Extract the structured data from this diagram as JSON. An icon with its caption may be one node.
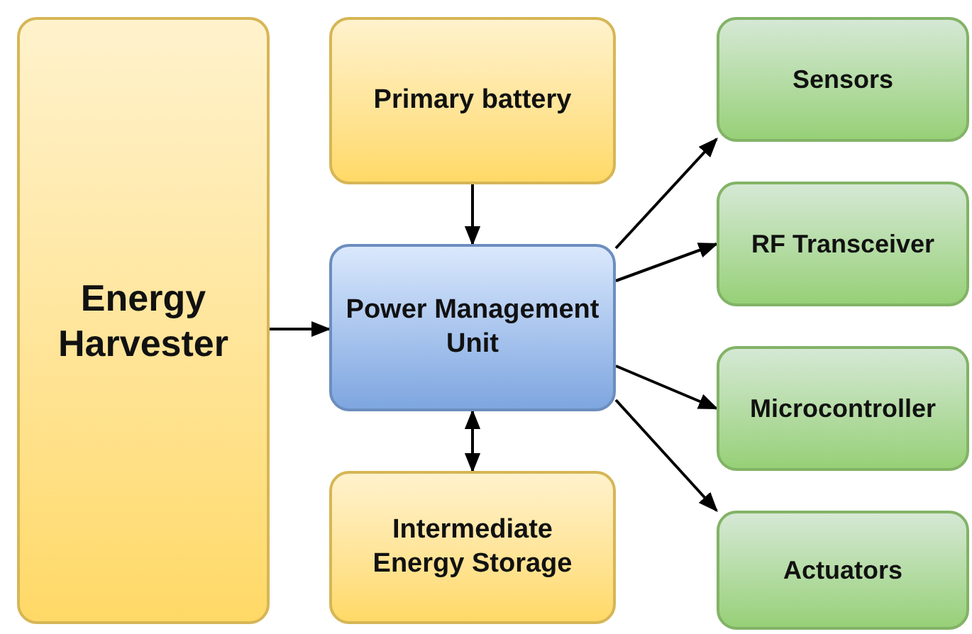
{
  "diagram": {
    "nodes": [
      {
        "text": [
          "Energy Harvester"
        ]
      },
      {
        "text": [
          "Primary battery"
        ]
      },
      {
        "text": [
          "Power Management Unit"
        ]
      },
      {
        "text": [
          "Intermediate Energy Storage"
        ]
      },
      {
        "text": [
          "Sensors"
        ]
      },
      {
        "text": [
          "RF Transceiver"
        ]
      },
      {
        "text": [
          "Microcontroller"
        ]
      },
      {
        "text": [
          "Actuators"
        ]
      }
    ],
    "edges": [
      {
        "from": 1,
        "to": 2,
        "arrow": "to"
      },
      {
        "from": 0,
        "to": 2,
        "arrow": "to"
      },
      {
        "from": 2,
        "to": 3,
        "arrow": "both"
      },
      {
        "from": 2,
        "to": 4,
        "arrow": "to"
      },
      {
        "from": 2,
        "to": 5,
        "arrow": "to"
      },
      {
        "from": 2,
        "to": 6,
        "arrow": "to"
      },
      {
        "from": 2,
        "to": 7,
        "arrow": "to"
      }
    ]
  }
}
